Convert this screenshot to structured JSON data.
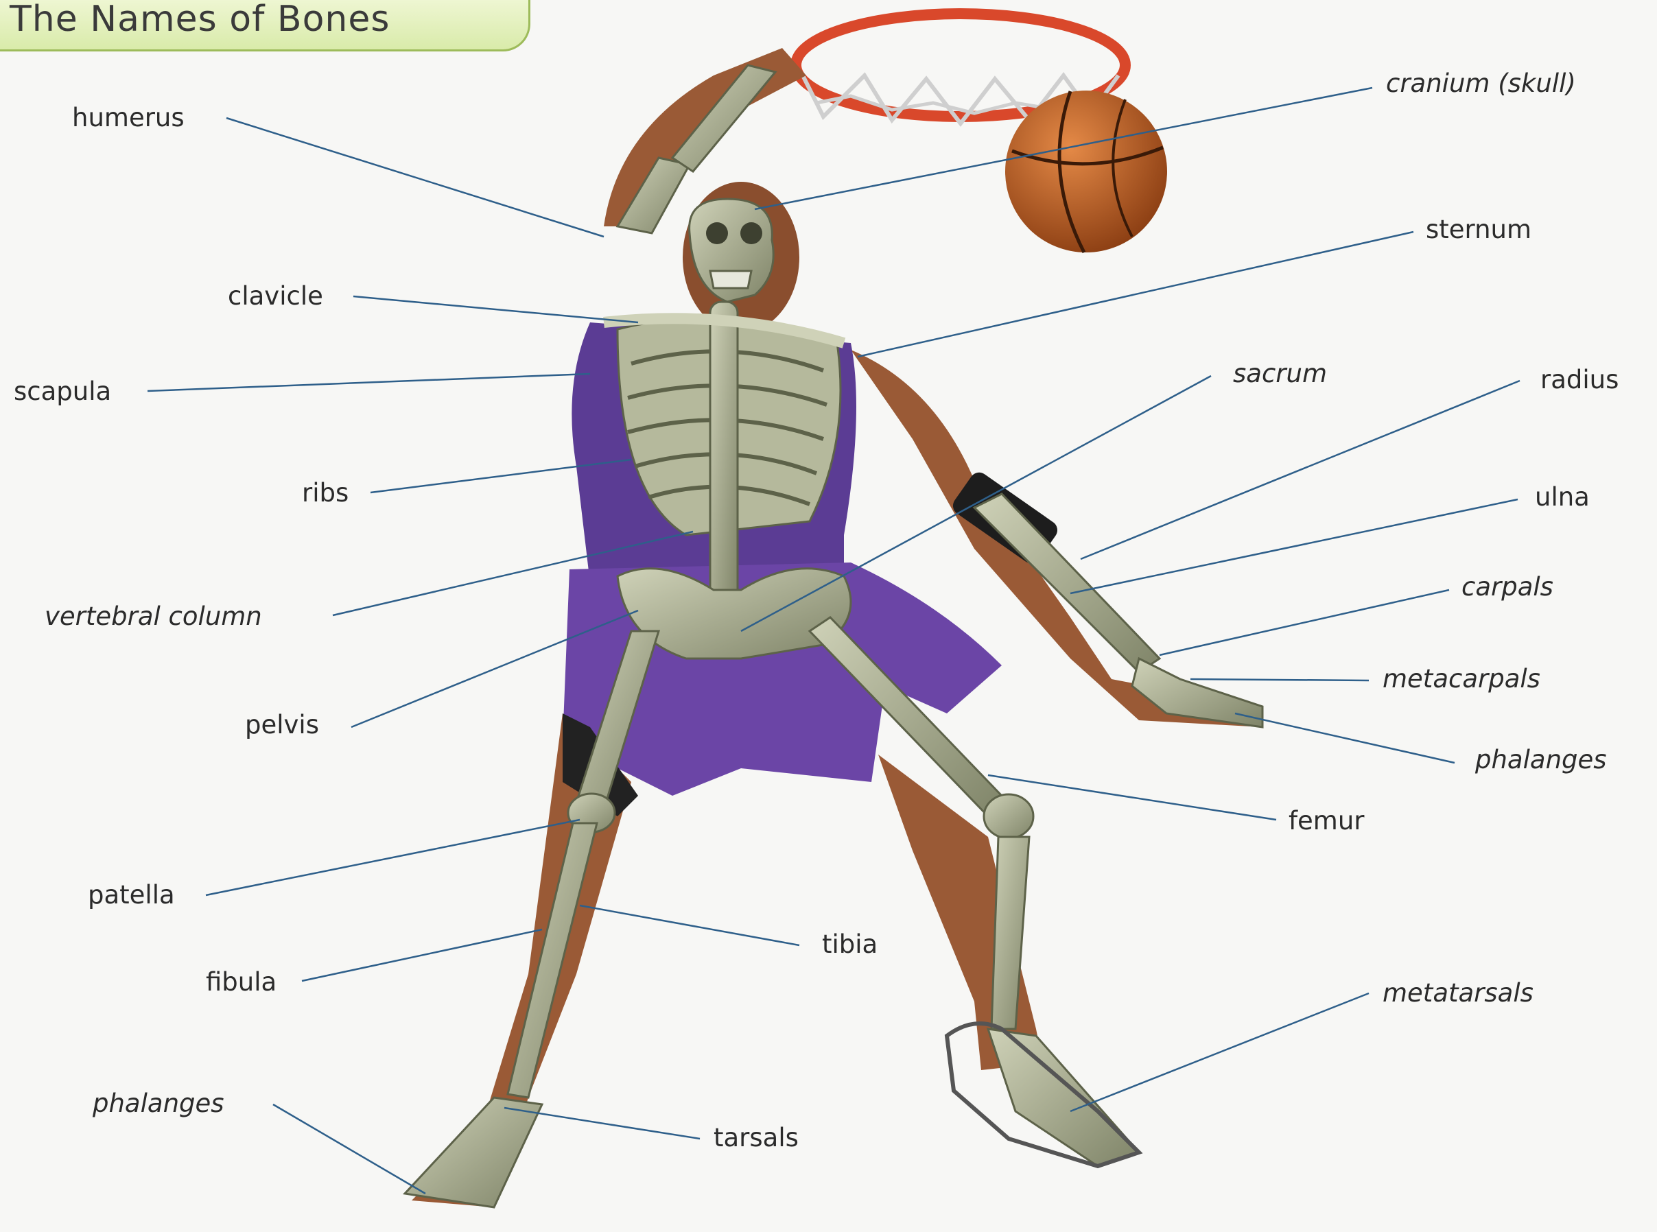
{
  "title": "The Names of Bones",
  "labels": {
    "humerus": "humerus",
    "cranium": "cranium (skull)",
    "sternum": "sternum",
    "clavicle": "clavicle",
    "scapula": "scapula",
    "sacrum": "sacrum",
    "radius": "radius",
    "ribs": "ribs",
    "ulna": "ulna",
    "vertebral_column": "vertebral column",
    "carpals": "carpals",
    "metacarpals": "metacarpals",
    "pelvis": "pelvis",
    "phalanges_hand": "phalanges",
    "femur": "femur",
    "patella": "patella",
    "tibia": "tibia",
    "fibula": "fibula",
    "metatarsals": "metatarsals",
    "phalanges_foot": "phalanges",
    "tarsals": "tarsals"
  },
  "colors": {
    "leader_line": "#2e5f8a",
    "jersey": "#5b3c94",
    "bone": "#a9ad90",
    "skin": "#9a5a36",
    "hoop": "#d9482b",
    "ball": "#b8571f",
    "title_tab": "#d9ebaa"
  }
}
